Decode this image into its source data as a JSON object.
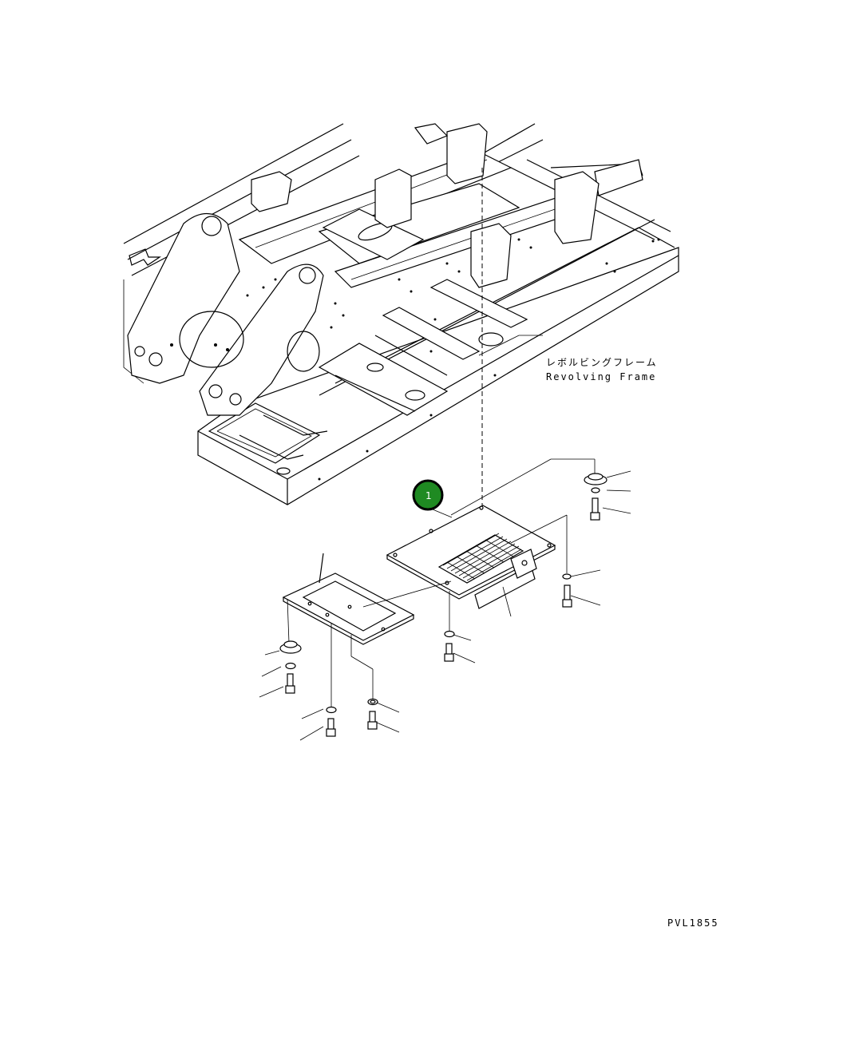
{
  "frame_label": {
    "japanese": "レボルビングフレーム",
    "english": "Revolving Frame"
  },
  "callout": {
    "number": "1",
    "fill_color": "#1f8a22",
    "ring_color": "#000000"
  },
  "drawing_code": "PVL1855"
}
